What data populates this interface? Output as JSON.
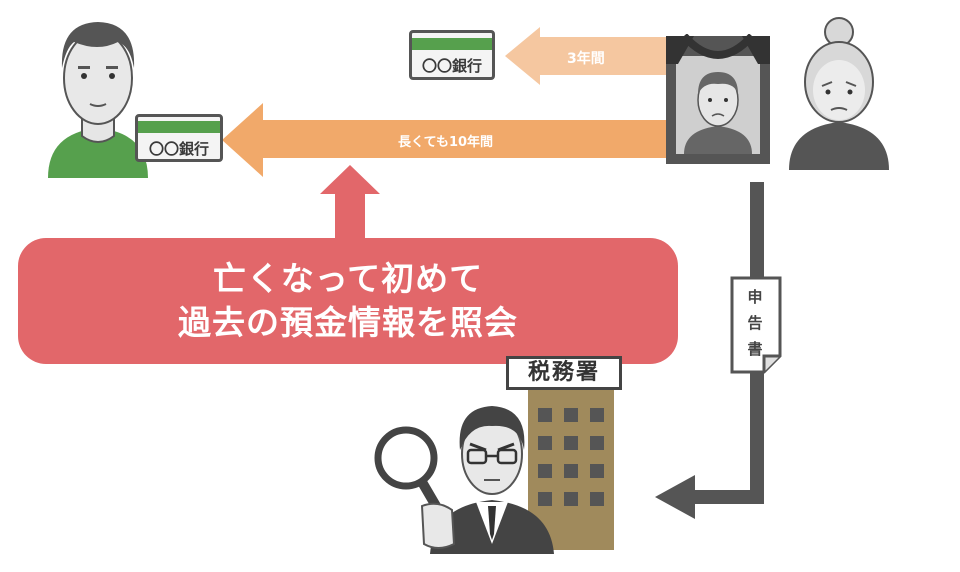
{
  "colors": {
    "green": "#56a04d",
    "orange_arrow": "#f1a96a",
    "orange_arrow_light": "#f5c7a0",
    "red_callout": "#e2676a",
    "dark_line": "#555555",
    "building": "#a08a5c"
  },
  "bankbook_small": {
    "label": "〇〇銀行"
  },
  "bankbook_large": {
    "label": "〇〇銀行"
  },
  "arrow_3years": {
    "label": "3年間"
  },
  "arrow_10years": {
    "label": "長くても10年間"
  },
  "callout": {
    "line1": "亡くなって初めて",
    "line2": "過去の預金情報を照会"
  },
  "tax_office": {
    "sign": "税務署"
  },
  "tax_return": {
    "chars": [
      "申",
      "告",
      "書"
    ]
  },
  "icons": [
    "son-icon",
    "deceased-portrait-icon",
    "widow-icon",
    "tax-inspector-icon",
    "magnifier-icon",
    "building-icon"
  ]
}
